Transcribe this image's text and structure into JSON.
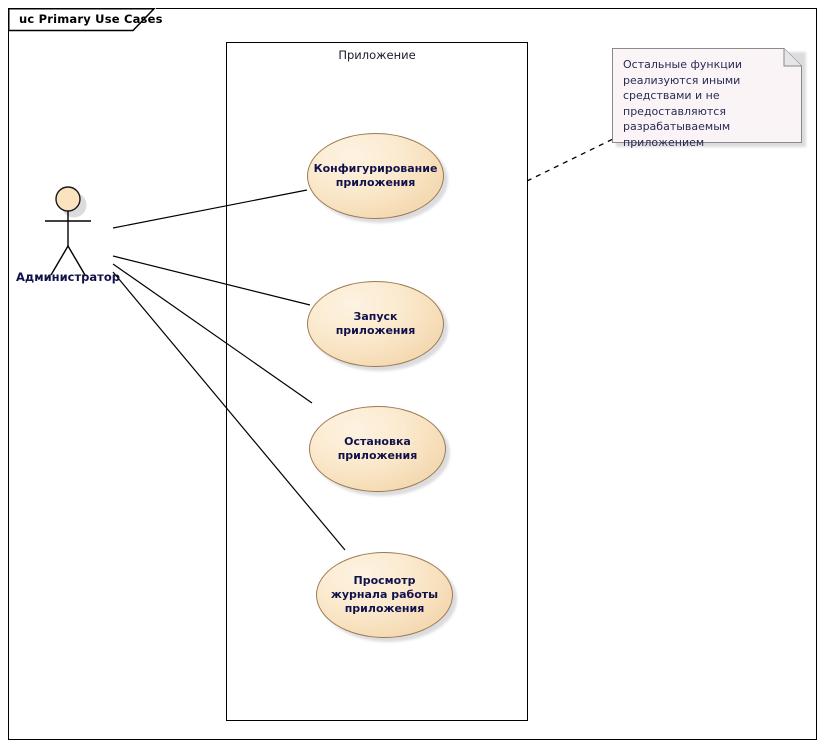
{
  "diagram": {
    "frame_title": "uc Primary Use Cases",
    "boundary_label": "Приложение",
    "actor": {
      "name": "Администратор",
      "icon": "actor-stick-figure"
    },
    "use_cases": [
      {
        "id": "configure",
        "label": "Конфигурирование приложения"
      },
      {
        "id": "start",
        "label": "Запуск приложения"
      },
      {
        "id": "stop",
        "label": "Остановка приложения"
      },
      {
        "id": "view-log",
        "label": "Просмотр журнала работы приложения"
      }
    ],
    "note": {
      "text": "Остальные функции реализуются иными средствами и не предоставляются разрабатываемым приложением"
    },
    "colors": {
      "usecase_fill_light": "#fdf3e2",
      "usecase_fill_dark": "#efcfa1",
      "usecase_stroke": "#9a7b52",
      "text_blue": "#12124a",
      "note_fill": "#faf4f7",
      "note_stroke": "#8a8a8a",
      "line": "#000000"
    }
  }
}
